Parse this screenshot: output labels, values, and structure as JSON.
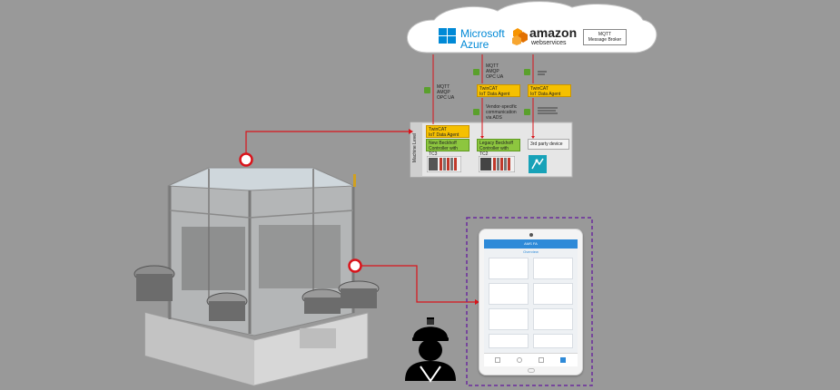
{
  "cloud": {
    "azure_line1": "Microsoft",
    "azure_line2": "Azure",
    "aws_line1": "amazon",
    "aws_line2": "webservices",
    "mqtt_broker_line1": "MQTT",
    "mqtt_broker_line2": "Message Broker"
  },
  "protocols": {
    "left": [
      "MQTT",
      "AMQP",
      "OPC UA"
    ],
    "middle": [
      "MQTT",
      "AMQP",
      "OPC UA"
    ],
    "vendor": [
      "Vendor-specific",
      "communication",
      "via ADS"
    ]
  },
  "machine_level": {
    "label": "Machine Level",
    "agent_line1": "TwinCAT",
    "agent_line2": "IoT Data Agent",
    "new_controller": "New Beckhoff Controller with TC3",
    "legacy_controller": "Legacy Beckhoff Controller with TC2",
    "third_party": "3rd party device"
  },
  "tablet": {
    "header": "AMS FA",
    "section": "Overview"
  },
  "colors": {
    "background": "#999999",
    "connector": "#d9141b",
    "tablet_border": "#6a2a9e",
    "agent": "#f5c000",
    "controller": "#8dc63f",
    "lock": "#5aa02c"
  },
  "icons": [
    "cloud-icon",
    "azure-logo-icon",
    "aws-logo-icon",
    "lock-icon",
    "worker-icon",
    "tablet-icon",
    "machine-icon"
  ]
}
